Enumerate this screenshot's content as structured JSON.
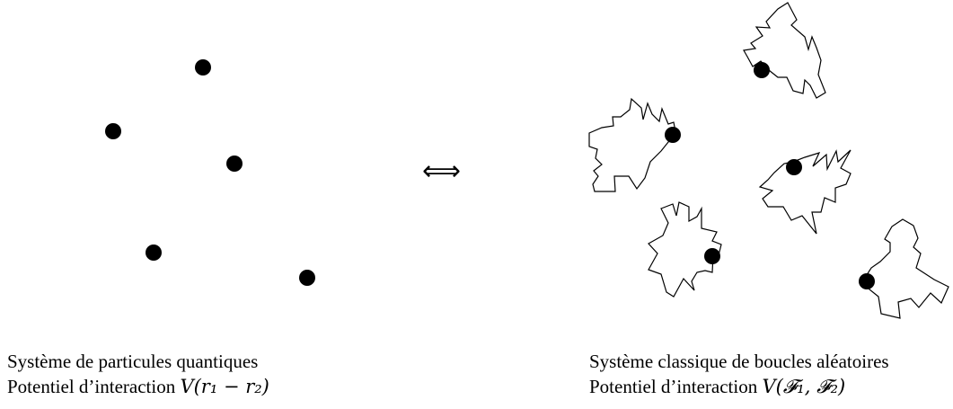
{
  "left_panel": {
    "caption_line1": "Système de particules quantiques",
    "caption_line2_prefix": "Potentiel d’interaction ",
    "caption_line2_math": "V(r₁ − r₂)"
  },
  "right_panel": {
    "caption_line1": "Système classique de boucles aléatoires",
    "caption_line2_prefix": "Potentiel d’interaction ",
    "caption_line2_math": "V(𝓕₁, 𝓕₂)"
  },
  "equivalence_symbol": "⟺",
  "colors": {
    "particle": "#000000",
    "loop_stroke": "#000000",
    "background": "#ffffff"
  }
}
